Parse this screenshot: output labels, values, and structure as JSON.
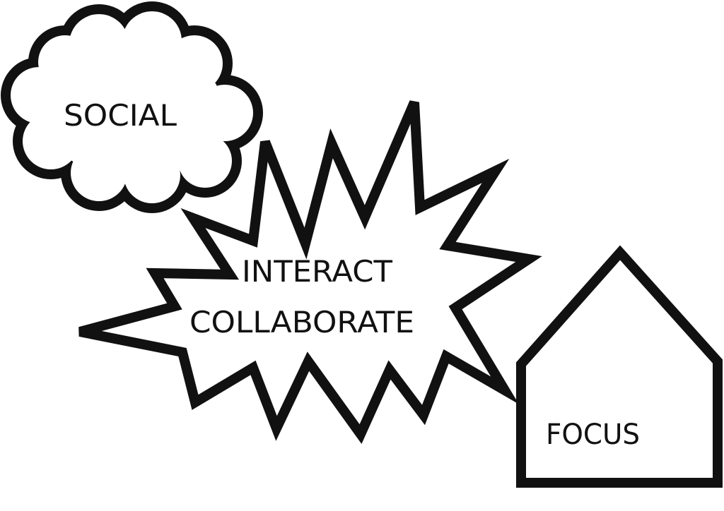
{
  "labels": {
    "social": "SOCIAL",
    "interact": "INTERACT",
    "collaborate": "COLLABORATE",
    "focus": "FOCUS"
  },
  "colors": {
    "stroke": "#111111",
    "fill": "#ffffff"
  }
}
